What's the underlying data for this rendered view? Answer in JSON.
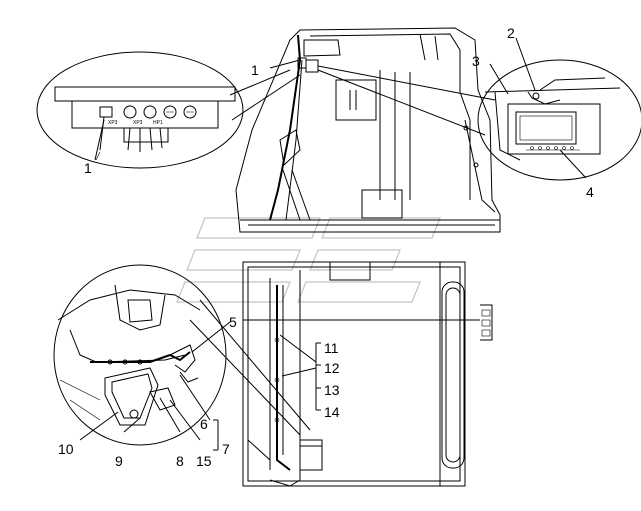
{
  "callouts": {
    "c1_top": "1",
    "c1_left": "1",
    "c2": "2",
    "c3": "3",
    "c4": "4",
    "c5": "5",
    "c6": "6",
    "c7": "7",
    "c8": "8",
    "c9": "9",
    "c10": "10",
    "c11": "11",
    "c12": "12",
    "c13": "13",
    "c14": "14",
    "c15": "15"
  },
  "connector_labels": {
    "xp3_a": "XP3",
    "xp3_b": "XP3",
    "hp1": "HP1"
  }
}
